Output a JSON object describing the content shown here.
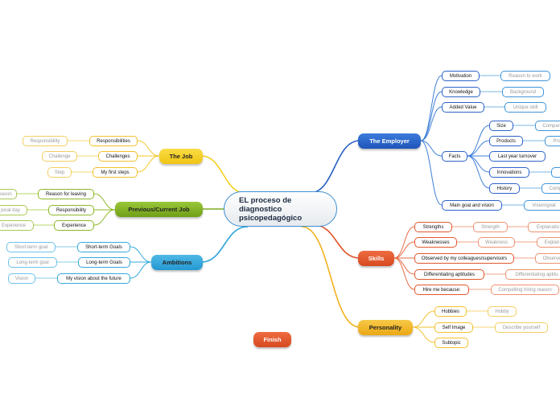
{
  "center": {
    "title": "EL proceso de diagnostico psicopedagógico"
  },
  "colors": {
    "employer": "#2560c7",
    "skills": "#e0542a",
    "personality": "#f0b21f",
    "job": "#f5cf1e",
    "previous": "#7fad22",
    "ambitions": "#2fa5dc",
    "finish": "#e0542a"
  },
  "branches": {
    "employer": {
      "label": "The Employer",
      "items": [
        {
          "label": "Motivation",
          "child": "Reason to work"
        },
        {
          "label": "Knowledge",
          "child": "Background"
        },
        {
          "label": "Added Value",
          "child": "Unique skill"
        },
        {
          "label": "Facts",
          "children": [
            {
              "label": "Size",
              "child": "Compar"
            },
            {
              "label": "Products",
              "child": "Pro"
            },
            {
              "label": "Last year turnover"
            },
            {
              "label": "Innovations"
            },
            {
              "label": "History",
              "child": "Comp"
            }
          ]
        },
        {
          "label": "Main goal and vision",
          "child": "Vision/goal"
        }
      ]
    },
    "skills": {
      "label": "Skills",
      "items": [
        {
          "label": "Strengths",
          "child": "Strength",
          "grandchild": "Explanatio"
        },
        {
          "label": "Weaknesses",
          "child": "Weakness",
          "grandchild": "Explan"
        },
        {
          "label": "Observed by my colleagues/supervisors",
          "child": "Observe"
        },
        {
          "label": "Differentiating aptitudes",
          "child": "Differentiating aptitu"
        },
        {
          "label": "Hire me because:",
          "child": "Compelling hiring reason"
        }
      ]
    },
    "personality": {
      "label": "Personality",
      "items": [
        {
          "label": "Hobbies",
          "child": "Hobby"
        },
        {
          "label": "Self Image",
          "child": "Describe yourself"
        },
        {
          "label": "Subtopic"
        }
      ]
    },
    "job": {
      "label": "The Job",
      "items": [
        {
          "label": "Responsibilities",
          "child": "Responsibility"
        },
        {
          "label": "Challenges",
          "child": "Challenge"
        },
        {
          "label": "My first steps",
          "child": "Step"
        }
      ]
    },
    "previous": {
      "label": "Previous/Current Job",
      "items": [
        {
          "label": "Reason for leaving",
          "child": "eason"
        },
        {
          "label": "Responsibility",
          "child": "pical day"
        },
        {
          "label": "Experience",
          "child": "Experience"
        }
      ]
    },
    "ambitions": {
      "label": "Ambitions",
      "items": [
        {
          "label": "Short-term Goals",
          "child": "Short-term goal"
        },
        {
          "label": "Long-term Goals",
          "child": "Long-term goal"
        },
        {
          "label": "My vision about the future",
          "child": "Vision"
        }
      ]
    },
    "finish": {
      "label": "Finish"
    }
  }
}
